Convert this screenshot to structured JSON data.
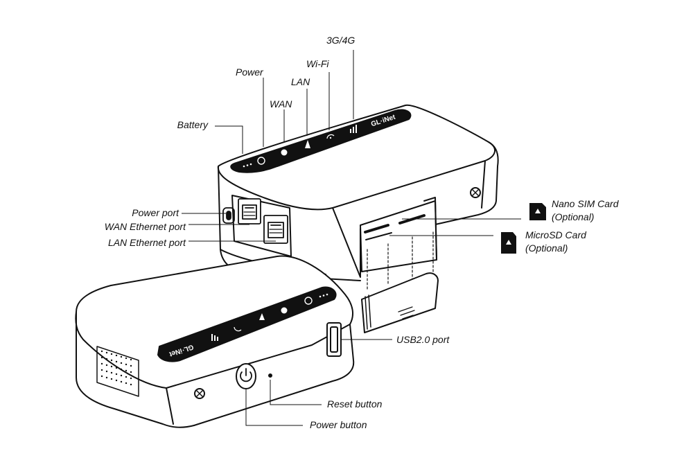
{
  "labels": {
    "battery": "Battery",
    "power": "Power",
    "wan": "WAN",
    "lan": "LAN",
    "wifi": "Wi-Fi",
    "cellular": "3G/4G",
    "power_port": "Power port",
    "wan_ethernet_port": "WAN Ethernet port",
    "lan_ethernet_port": "LAN Ethernet port",
    "nano_sim_card": "Nano SIM Card",
    "nano_sim_optional": "(Optional)",
    "microsd_card": "MicroSD Card",
    "microsd_optional": "(Optional)",
    "usb_port": "USB2.0 port",
    "reset_button": "Reset button",
    "power_button": "Power button"
  },
  "device": {
    "brand": "GL·iNet",
    "led_captions": [
      "PWR",
      "WAN",
      "LAN",
      "WiFi",
      "3G/4G"
    ]
  },
  "colors": {
    "line": "#111111",
    "body_fill": "#ffffff",
    "panel": "#111111"
  }
}
